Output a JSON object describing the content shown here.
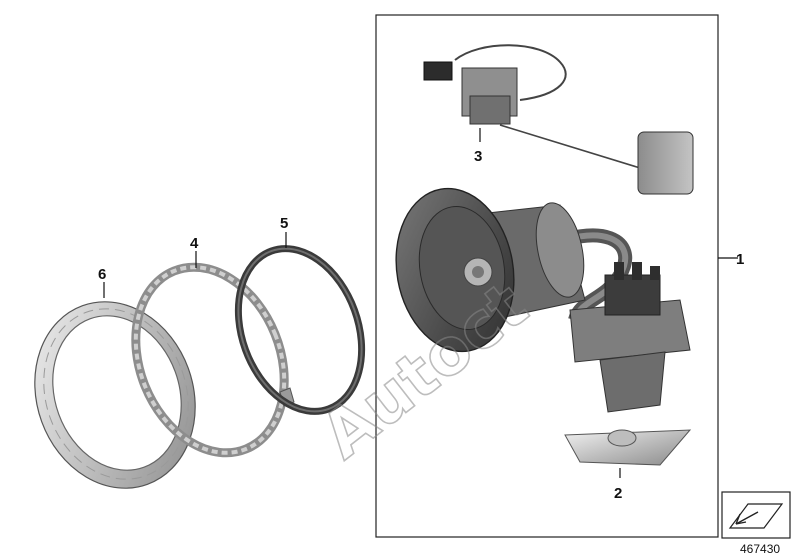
{
  "diagram": {
    "id_number": "467430",
    "watermark_text": "Autoсt",
    "callouts": [
      {
        "key": "1",
        "label": "1"
      },
      {
        "key": "2",
        "label": "2"
      },
      {
        "key": "3",
        "label": "3"
      },
      {
        "key": "4",
        "label": "4"
      },
      {
        "key": "5",
        "label": "5"
      },
      {
        "key": "6",
        "label": "6"
      }
    ],
    "icons": [
      "arrow-icon"
    ]
  }
}
